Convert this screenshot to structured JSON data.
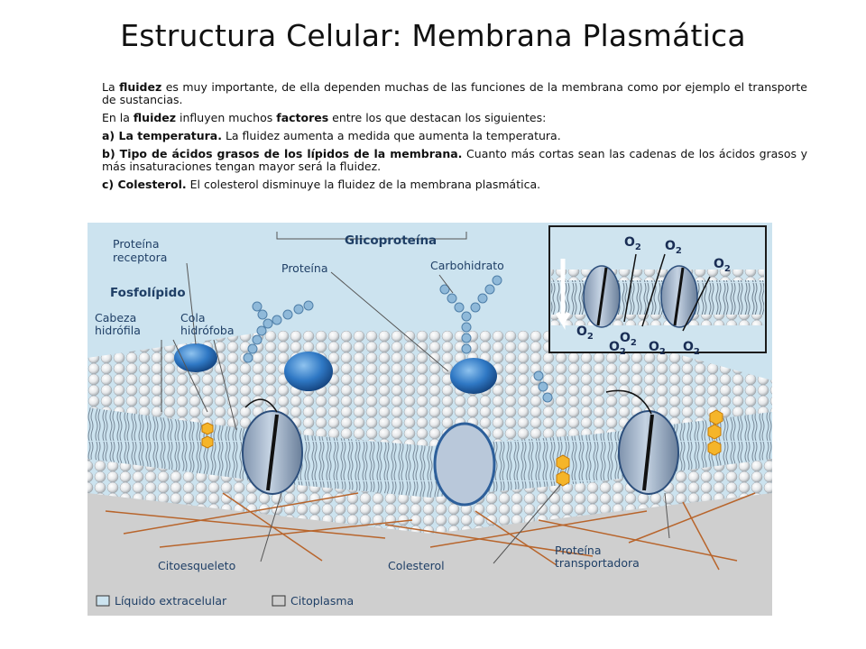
{
  "title": "Estructura Celular: Membrana Plasmática",
  "paragraphs": {
    "p1": {
      "a": "La ",
      "b": "fluidez",
      "c": " es muy importante, de ella dependen muchas de las funciones de la membrana como por ejemplo el transporte de sustancias."
    },
    "p2": {
      "a": "En la ",
      "b": "fluidez",
      "c": " influyen muchos ",
      "d": "factores",
      "e": " entre los que destacan los siguientes:"
    },
    "p3": {
      "bold": "a) La temperatura.",
      "text": " La fluidez aumenta a medida que aumenta la temperatura."
    },
    "p4": {
      "bold": "b) Tipo de ácidos grasos de los lípidos de la membrana.",
      "text": " Cuanto más cortas sean las cadenas de los ácidos grasos y más insaturaciones tengan mayor será la fluidez."
    },
    "p5": {
      "bold": "c) Colesterol.",
      "text": " El colesterol disminuye la fluidez de la membrana plasmática."
    }
  },
  "diagram": {
    "labels": {
      "proteina_receptora_1": "Proteína",
      "proteina_receptora_2": "receptora",
      "glicoproteina": "Glicoproteína",
      "proteina": "Proteína",
      "carbohidrato": "Carbohidrato",
      "fosfolipido": "Fosfolípido",
      "cabeza_1": "Cabeza",
      "cabeza_2": "hidrófila",
      "cola_1": "Cola",
      "cola_2": "hidrófoba",
      "citoesqueleto": "Citoesqueleto",
      "colesterol": "Colesterol",
      "transportadora_1": "Proteína",
      "transportadora_2": "transportadora"
    },
    "o2": "O",
    "o2_sub": "2",
    "legend": {
      "extracelular": "Líquido extracelular",
      "citoplasma": "Citoplasma"
    },
    "colors": {
      "extracellular": "#cce3ef",
      "cytoplasm": "#d0d0d0",
      "label": "#1f3f66",
      "protein_blue": "#2f6fb5",
      "cholesterol": "#f2a81d",
      "cytoskeleton": "#b8652c"
    }
  }
}
